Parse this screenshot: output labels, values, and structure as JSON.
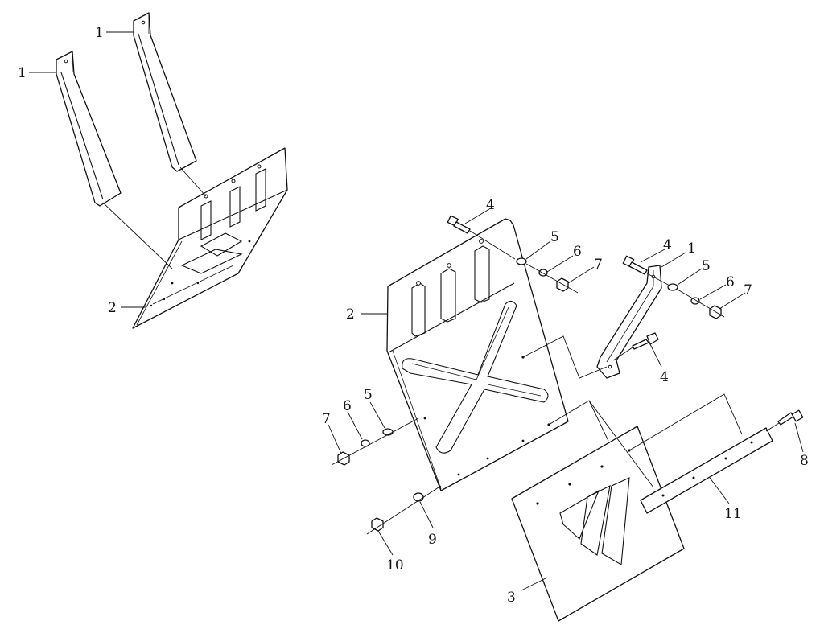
{
  "callouts": {
    "c1": "1",
    "c2": "1",
    "c3": "2",
    "c4": "4",
    "c5": "5",
    "c6": "6",
    "c7": "7",
    "c8": "2",
    "c9": "4",
    "c10": "1",
    "c11": "5",
    "c12": "6",
    "c13": "7",
    "c14": "4",
    "c15": "7",
    "c16": "6",
    "c17": "5",
    "c18": "8",
    "c19": "11",
    "c20": "9",
    "c21": "10",
    "c22": "3"
  }
}
